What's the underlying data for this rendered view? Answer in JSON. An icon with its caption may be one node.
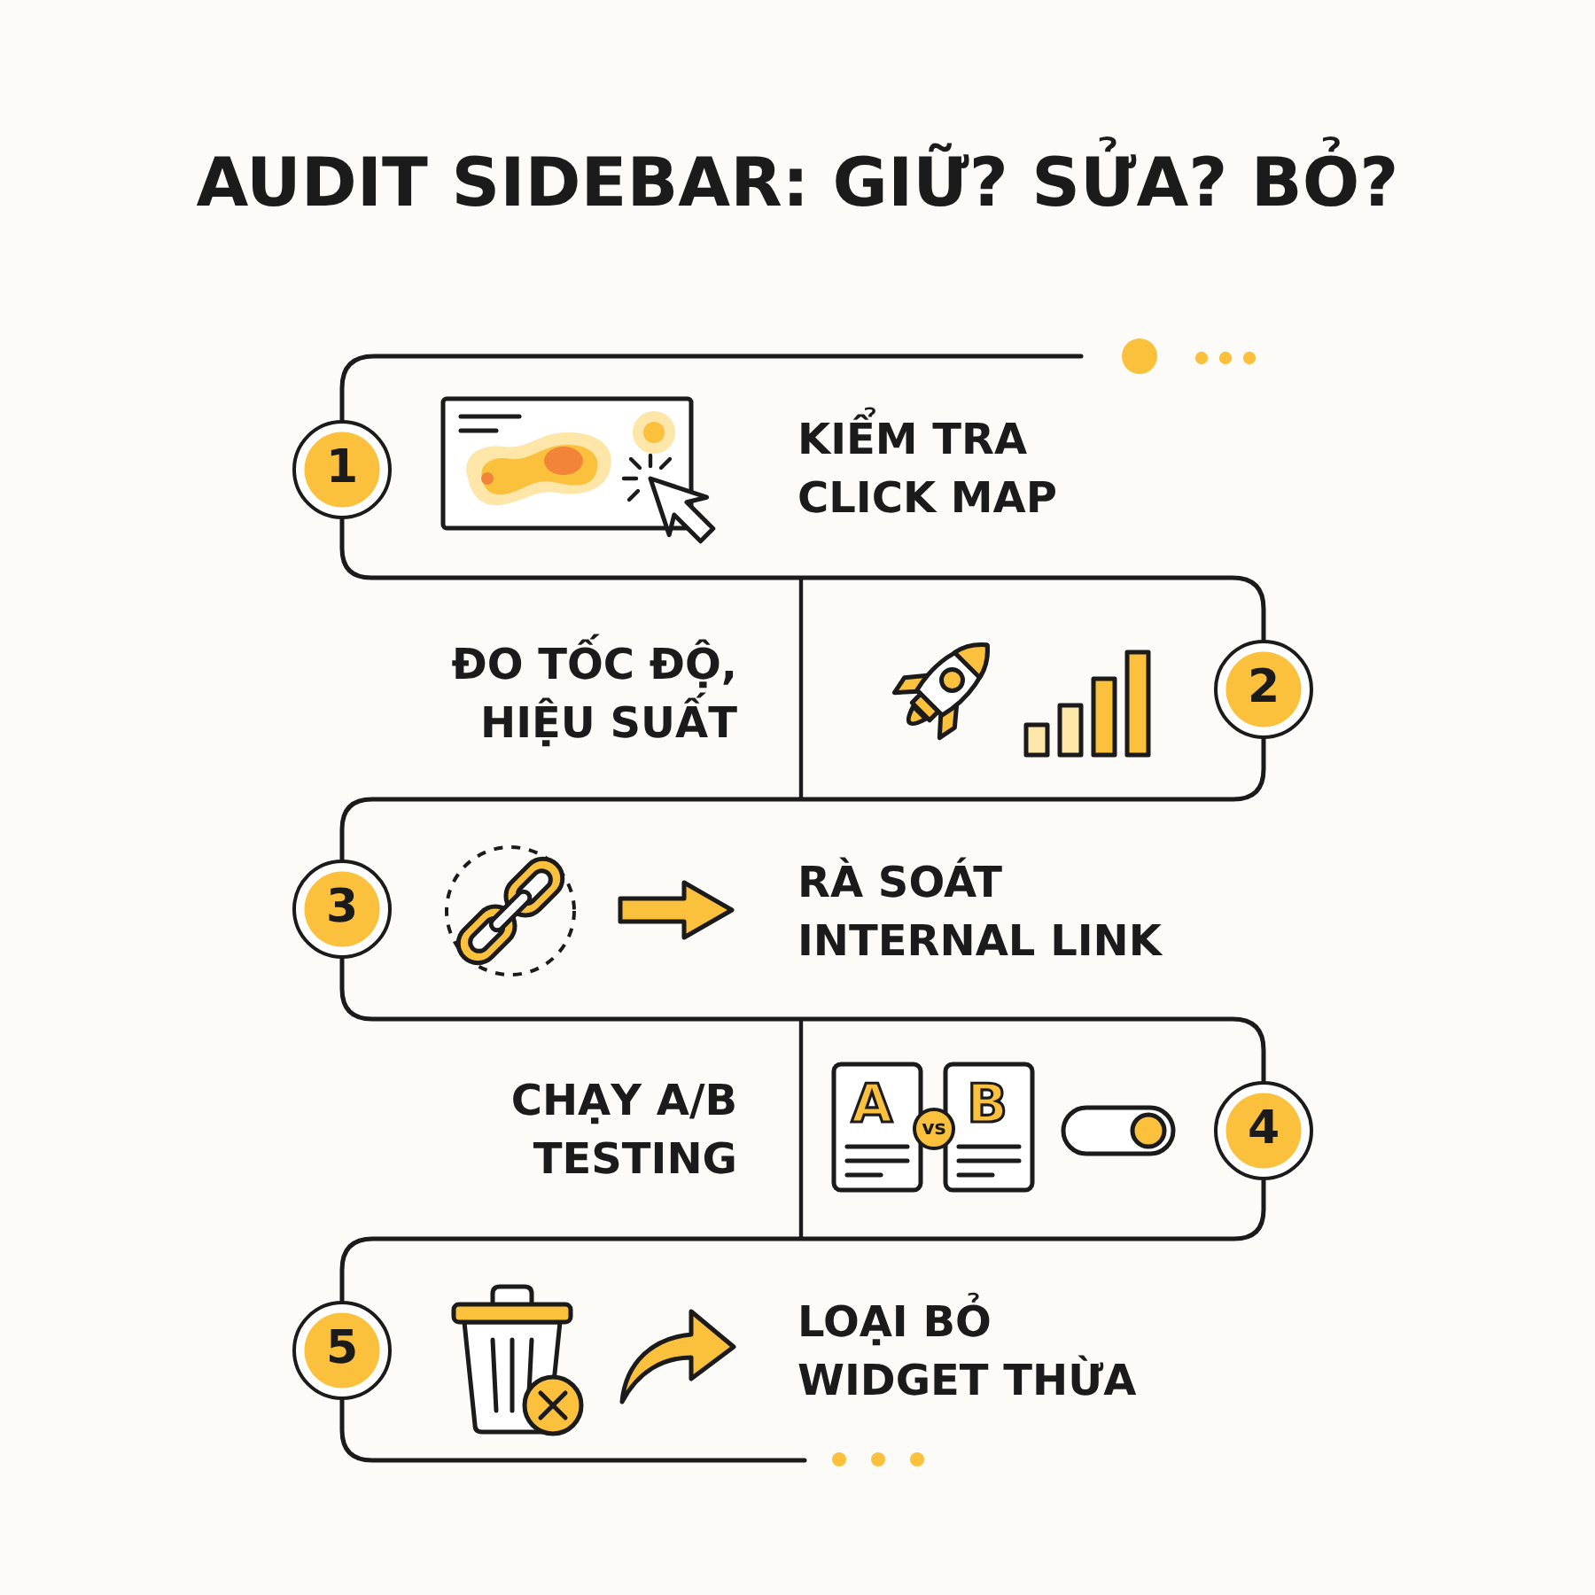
{
  "diagram": {
    "title": "AUDIT SIDEBAR: GIỮ? SỬA? BỎ?",
    "nodes": [
      {
        "text": [
          "1"
        ]
      },
      {
        "text": [
          "2"
        ]
      },
      {
        "text": [
          "3"
        ]
      },
      {
        "text": [
          "4"
        ]
      },
      {
        "text": [
          "5"
        ]
      }
    ],
    "edges": [
      {
        "from": null,
        "to": 0,
        "arrow": "none"
      },
      {
        "from": 0,
        "to": 1,
        "arrow": "none"
      },
      {
        "from": 1,
        "to": 2,
        "arrow": "none"
      },
      {
        "from": 2,
        "to": 3,
        "arrow": "none"
      },
      {
        "from": 3,
        "to": 4,
        "arrow": "none"
      },
      {
        "from": 4,
        "to": null,
        "arrow": "none"
      }
    ],
    "labels": [
      "KIỂM TRA CLICK MAP",
      "ĐO TỐC ĐỘ, HIỆU SUẤT",
      "RÀ SOÁT INTERNAL LINK",
      "CHẠY A/B TESTING",
      "A",
      "vs",
      "B",
      "LOẠI BỎ WIDGET THỪA"
    ]
  }
}
